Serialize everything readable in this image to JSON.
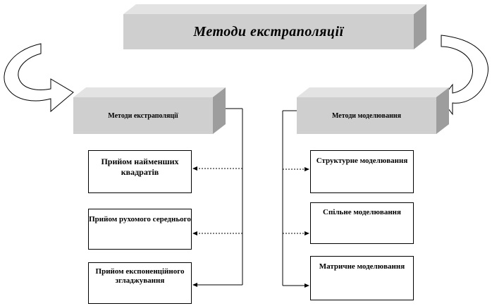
{
  "title": "Методи екстраполяції",
  "left": {
    "header": "Методи екстраполяції",
    "items": [
      "Прийом найменших квадратів",
      "Прийом рухомого середнього",
      "Прийом експоненційного згладжування"
    ]
  },
  "right": {
    "header": "Методи моделювання",
    "items": [
      "Структурне моделювання",
      "Спільне моделювання",
      "Матричне моделювання"
    ]
  },
  "colors": {
    "box_front": "#cfcfcf",
    "box_top": "#e3e3e3",
    "box_side": "#9d9d9d",
    "line": "#000000"
  }
}
